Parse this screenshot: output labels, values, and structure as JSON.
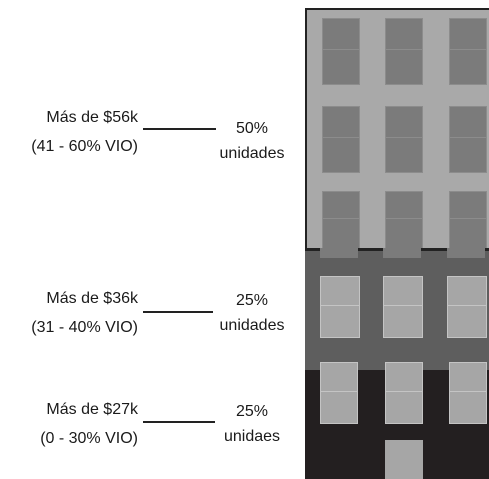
{
  "tiers": [
    {
      "income_label": "Más de $56k",
      "vio_range": "(41 - 60% VIO)",
      "share": "50%",
      "units_word": "unidades",
      "share_fraction": 0.5,
      "band_color": "#a9a9a9",
      "window_color": "#7b7b7b"
    },
    {
      "income_label": "Más de $36k",
      "vio_range": "(31 - 40% VIO)",
      "share": "25%",
      "units_word": "unidades",
      "share_fraction": 0.25,
      "band_color": "#5e5e5e",
      "window_color": "#a6a6a6"
    },
    {
      "income_label": "Más de $27k",
      "vio_range": "(0 - 30% VIO)",
      "share": "25%",
      "units_word": "unidaes",
      "share_fraction": 0.25,
      "band_color": "#231f20",
      "window_color": "#a6a6a6"
    }
  ]
}
